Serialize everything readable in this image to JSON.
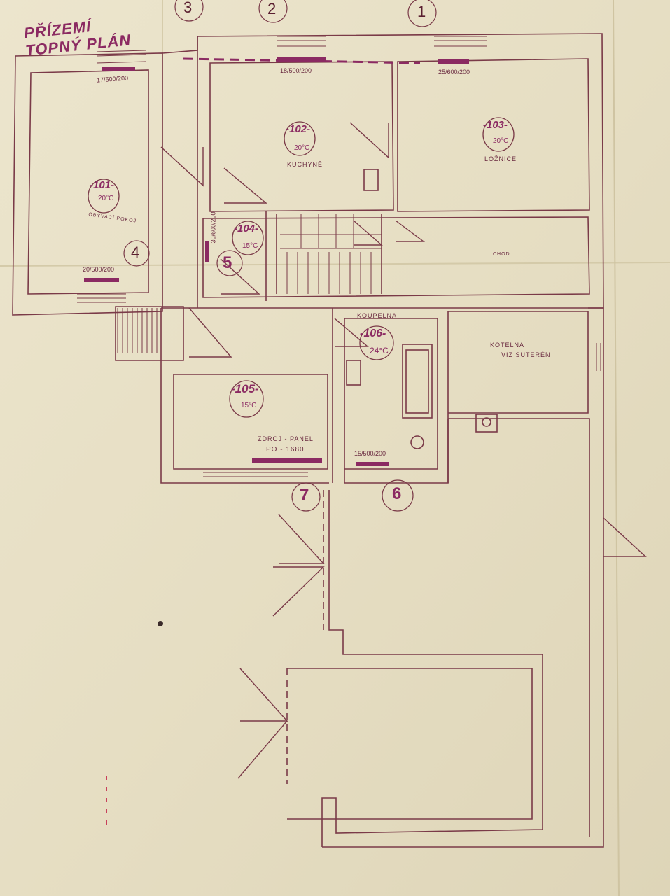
{
  "title": {
    "line1": "PŘÍZEMÍ",
    "line2": "TOPNÝ PLÁN"
  },
  "rooms": [
    {
      "num": "-101-",
      "temp": "20°C",
      "name": "OBÝVACÍ POKOJ"
    },
    {
      "num": "-102-",
      "temp": "20°C",
      "name": "KUCHYNĚ"
    },
    {
      "num": "-103-",
      "temp": "20°C",
      "name": "LOŽNICE"
    },
    {
      "num": "-104-",
      "temp": "15°C",
      "name": ""
    },
    {
      "num": "-105-",
      "temp": "15°C",
      "name": ""
    },
    {
      "num": "-106-",
      "temp": "24°C",
      "name": "KOUPELNA"
    }
  ],
  "labels": {
    "kotelna_1": "KOTELNA",
    "kotelna_2": "VIZ SUTERÉN",
    "zdroj_1": "ZDROJ - PANEL",
    "zdroj_2": "PO - 1680",
    "hall": "CHOD"
  },
  "radiators": {
    "r101": "17/500/200",
    "r101b": "20/500/200",
    "r102": "18/500/200",
    "r103": "25/600/200",
    "r104": "30/600/200",
    "r106": "15/500/200"
  },
  "circles": [
    "3",
    "2",
    "1",
    "4",
    "5",
    "7",
    "6"
  ],
  "colors": {
    "paper": "#e9e1c8",
    "ink": "#7a3a48",
    "marker": "#8b2a62"
  }
}
